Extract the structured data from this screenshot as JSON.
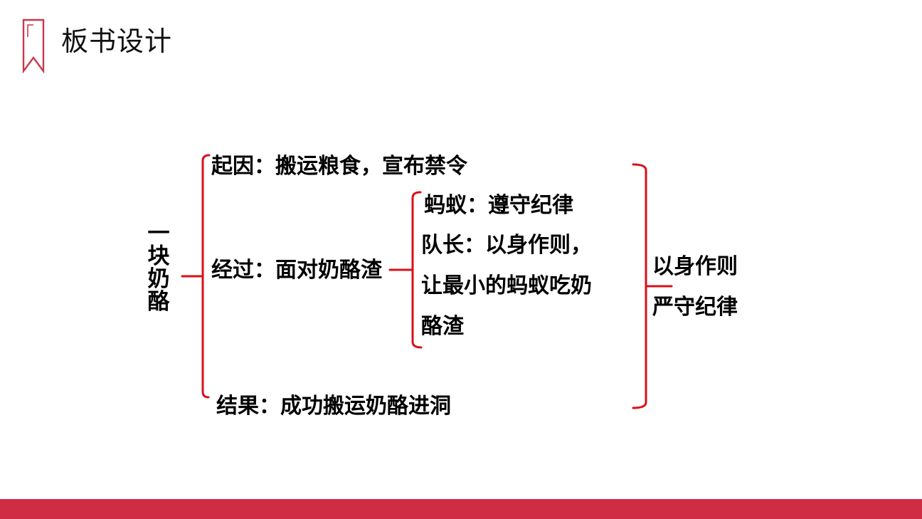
{
  "header": {
    "title": "板书设计",
    "icon": "bookmark-icon"
  },
  "colors": {
    "accent": "#d02c43",
    "bracket": "#d9101a",
    "text": "#000000"
  },
  "board": {
    "topic_chars": [
      "一",
      "块",
      "奶",
      "酪"
    ],
    "cause": "起因：搬运粮食，宣布禁令",
    "process": "经过：面对奶酪渣",
    "process_details": [
      "蚂蚁：遵守纪律",
      "队长：以身作则，",
      "让最小的蚂蚁吃奶",
      "酪渣"
    ],
    "result": "结果：成功搬运奶酪进洞",
    "summary": [
      "以身作则",
      "严守纪律"
    ]
  }
}
